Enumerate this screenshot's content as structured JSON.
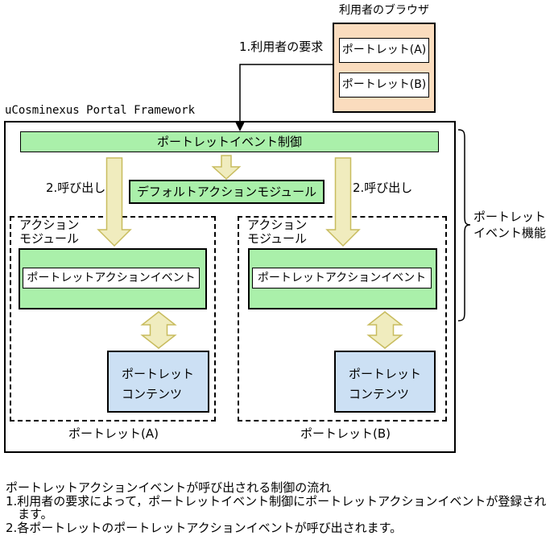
{
  "colors": {
    "browser_fill": "#FADCBE",
    "module_fill": "#AAF0AA",
    "content_fill": "#CCE0F4",
    "arrow_fill": "#F0ECBE",
    "arrow_stroke": "#C8BC5E",
    "line": "#000000"
  },
  "browser": {
    "title": "利用者のブラウザ",
    "portlets": [
      {
        "label": "ポートレット(A)"
      },
      {
        "label": "ポートレット(B)"
      }
    ]
  },
  "flow": {
    "user_request": "1.利用者の要求",
    "call_left": "2.呼び出し",
    "call_right": "2.呼び出し"
  },
  "framework": {
    "name": "uCosminexus Portal Framework",
    "event_control": "ポートレットイベント制御",
    "default_action_module": "デフォルトアクションモジュール",
    "portlet_groups": [
      {
        "module_label": [
          "アクション",
          "モジュール"
        ],
        "action_event": "ポートレットアクションイベント",
        "content": [
          "ポートレット",
          "コンテンツ"
        ],
        "caption": "ポートレット(A)"
      },
      {
        "module_label": [
          "アクション",
          "モジュール"
        ],
        "action_event": "ポートレットアクションイベント",
        "content": [
          "ポートレット",
          "コンテンツ"
        ],
        "caption": "ポートレット(B)"
      }
    ]
  },
  "feature_brace": {
    "label": [
      "ポートレット",
      "イベント機能"
    ]
  },
  "notes": {
    "title": "ポートレットアクションイベントが呼び出される制御の流れ",
    "lines": [
      "1.利用者の要求によって，ポートレットイベント制御にポートレットアクションイベントが登録され",
      "ます。",
      "2.各ポートレットのポートレットアクションイベントが呼び出されます。"
    ]
  }
}
